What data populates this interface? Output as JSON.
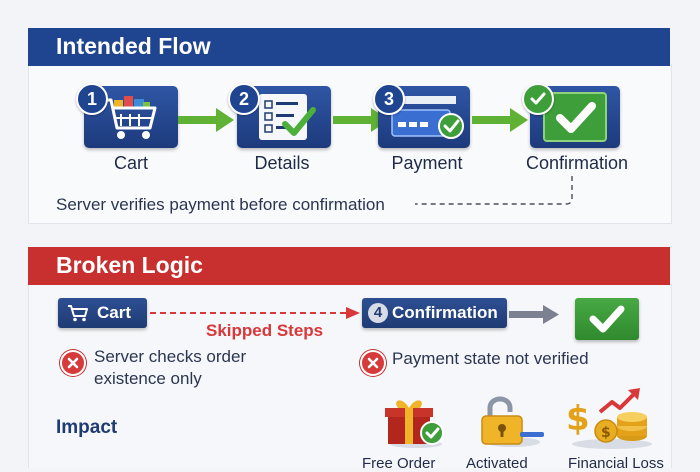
{
  "intended_flow": {
    "title": "Intended Flow",
    "steps": [
      {
        "number": "1",
        "label": "Cart",
        "icon": "shopping-cart-icon"
      },
      {
        "number": "2",
        "label": "Details",
        "icon": "checklist-form-icon"
      },
      {
        "number": "3",
        "label": "Payment",
        "icon": "credit-card-icon"
      },
      {
        "number": "",
        "label": "Confirmation",
        "icon": "checkmark-icon"
      }
    ],
    "note": "Server verifies payment before confirmation"
  },
  "broken_logic": {
    "title": "Broken Logic",
    "cart_label": "Cart",
    "skipped_label": "Skipped Steps",
    "confirmation_number": "4",
    "confirmation_label": "Confirmation",
    "issue_left_line1": "Server checks order",
    "issue_left_line2": "existence only",
    "issue_right": "Payment state not verified"
  },
  "impact": {
    "title": "Impact",
    "items": [
      {
        "label": "Free Order",
        "icon": "gift-box-icon"
      },
      {
        "label": "Activated",
        "icon": "unlocked-padlock-icon"
      },
      {
        "label": "Financial Loss",
        "icon": "coins-rising-arrow-icon"
      }
    ]
  },
  "colors": {
    "intended_banner": "#1f4590",
    "broken_banner": "#c7302f",
    "flow_arrow": "#5fb233",
    "skip_arrow": "#d8383a",
    "confirm_green": "#3e9e3a"
  }
}
